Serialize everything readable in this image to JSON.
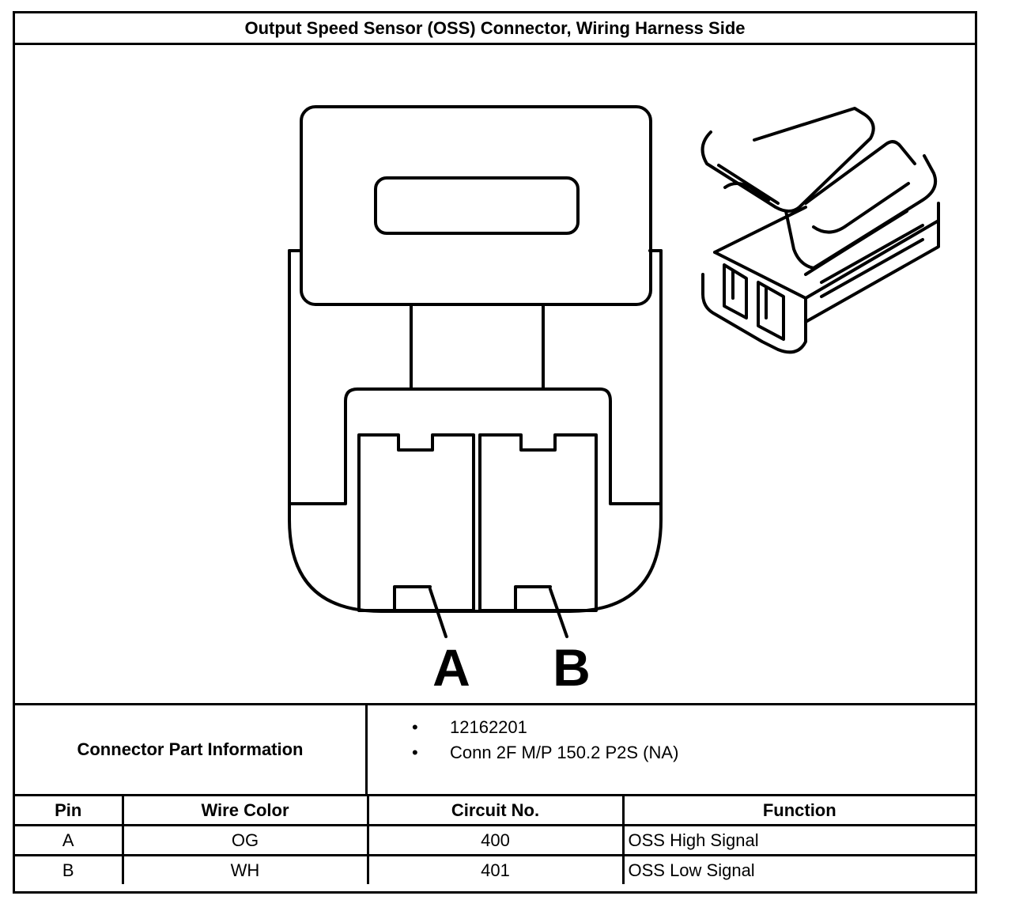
{
  "title": "Output Speed Sensor (OSS) Connector, Wiring Harness Side",
  "drawing": {
    "pin_labels": [
      "A",
      "B"
    ]
  },
  "part_info": {
    "label": "Connector Part Information",
    "items": [
      "12162201",
      "Conn 2F M/P 150.2 P2S (NA)"
    ]
  },
  "pin_table": {
    "headers": [
      "Pin",
      "Wire Color",
      "Circuit No.",
      "Function"
    ],
    "rows": [
      [
        "A",
        "OG",
        "400",
        "OSS High Signal"
      ],
      [
        "B",
        "WH",
        "401",
        "OSS Low Signal"
      ]
    ]
  }
}
